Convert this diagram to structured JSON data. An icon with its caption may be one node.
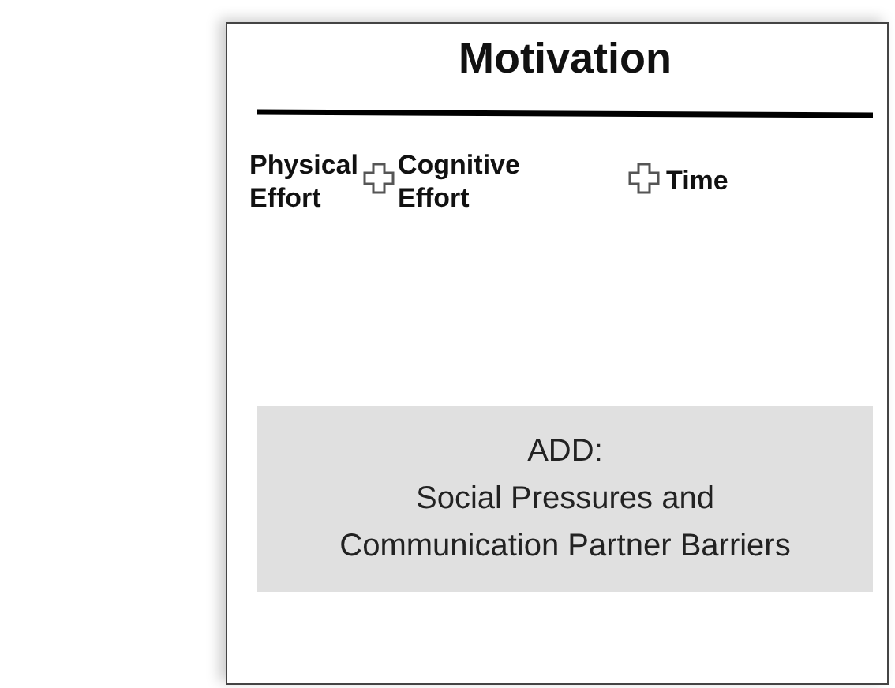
{
  "diagram": {
    "title": "Motivation",
    "nodes": [
      {
        "text": [
          "ADD:",
          "Social Pressures and Communication Partner Barriers"
        ]
      }
    ],
    "labels": [
      "Physical Effort",
      "Cognitive Effort",
      "Time"
    ]
  }
}
